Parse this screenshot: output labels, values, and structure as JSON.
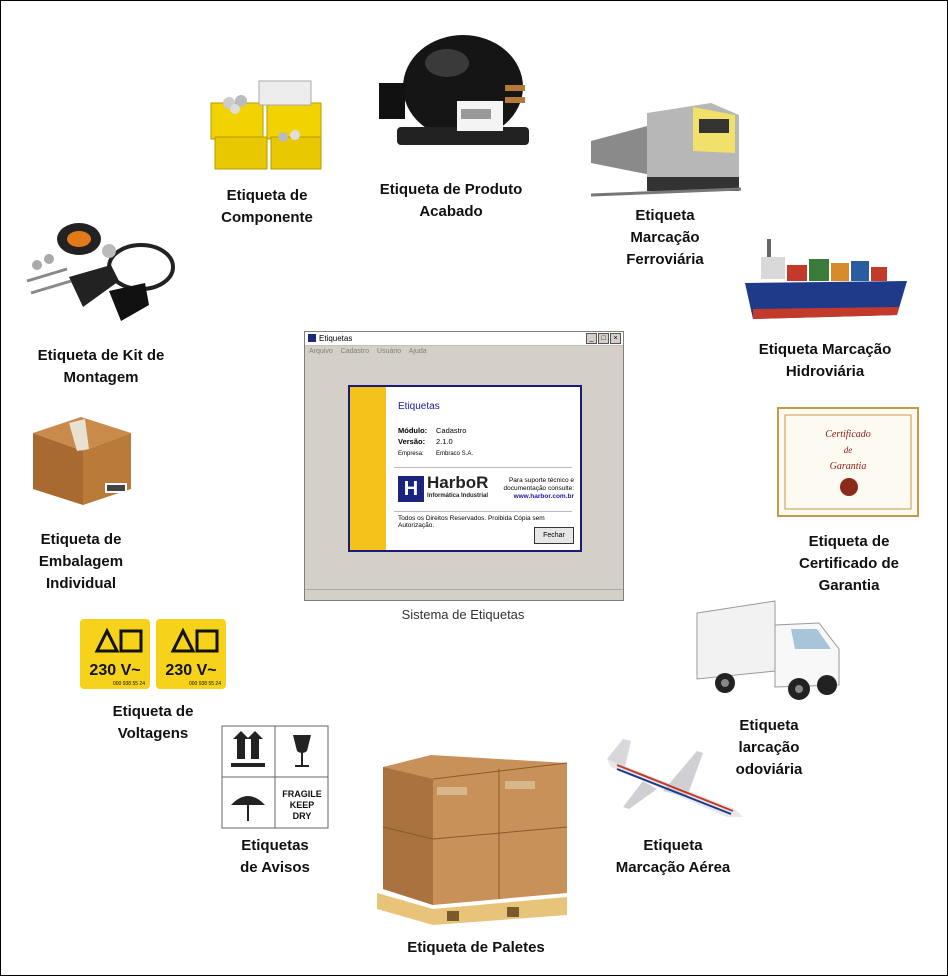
{
  "center": {
    "caption": "Sistema de Etiquetas",
    "window": {
      "title": "Etiquetas",
      "menu": [
        "Arquivo",
        "Cadastro",
        "Usuário",
        "Ajuda"
      ],
      "dialog": {
        "title": "Etiquetas",
        "modulo_label": "Módulo:",
        "modulo_value": "Cadastro",
        "versao_label": "Versão:",
        "versao_value": "2.1.0",
        "empresa_label": "Empresa:",
        "empresa_value": "Embraco S.A.",
        "brand_name": "HarboR",
        "brand_sub": "Informática Industrial",
        "support_line1": "Para suporte técnico e",
        "support_line2": "documentação consulte:",
        "support_url": "www.harbor.com.br",
        "rights": "Todos os Direitos Reservados. Proibida Cópia sem Autorização.",
        "close_label": "Fechar"
      }
    }
  },
  "labels": {
    "componente": [
      "Etiqueta de",
      "Componente"
    ],
    "produto": [
      "Etiqueta de Produto",
      "Acabado"
    ],
    "ferroviaria": [
      "Etiqueta",
      "Marcação",
      "Ferroviária"
    ],
    "hidroviaria": [
      "Etiqueta Marcação",
      "Hidroviária"
    ],
    "kit": [
      "Etiqueta de Kit de",
      "Montagem"
    ],
    "certificado": [
      "Etiqueta de",
      "Certificado de",
      "Garantia"
    ],
    "embalagem": [
      "Etiqueta de",
      "Embalagem",
      "Individual"
    ],
    "rodoviaria": [
      "Etiqueta",
      "larcação",
      "odoviária"
    ],
    "voltagens": [
      "Etiqueta de",
      "Voltagens"
    ],
    "avisos": [
      "Etiquetas",
      "de Avisos"
    ],
    "aerea": [
      "Etiqueta",
      "Marcação Aérea"
    ],
    "paletes": [
      "Etiqueta de Paletes"
    ]
  },
  "images": {
    "voltage_text": "230 V~",
    "voltage_code": "000 938 55 24",
    "fragile_text": [
      "FRAGILE",
      "KEEP",
      "DRY"
    ],
    "certificate_text": [
      "Certificado",
      "de",
      "Garantia"
    ]
  }
}
